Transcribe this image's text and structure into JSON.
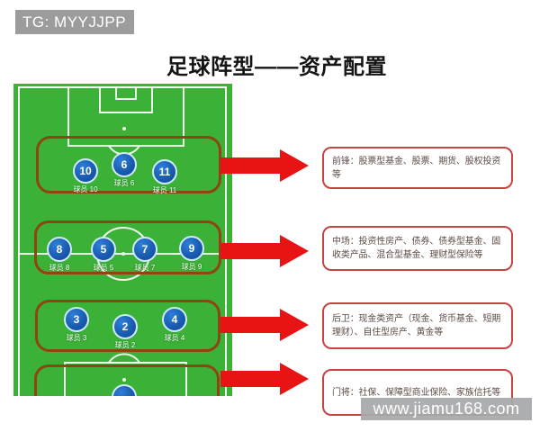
{
  "header": {
    "tg_badge": "TG: MYYJJPP",
    "title": "足球阵型——资产配置"
  },
  "pitch": {
    "forwards": {
      "players": [
        {
          "number": "10",
          "label": "球员 10"
        },
        {
          "number": "6",
          "label": "球员 6"
        },
        {
          "number": "11",
          "label": "球员 11"
        }
      ]
    },
    "midfield": {
      "players": [
        {
          "number": "8",
          "label": "球员 8"
        },
        {
          "number": "5",
          "label": "球员 5"
        },
        {
          "number": "7",
          "label": "球员 7"
        },
        {
          "number": "9",
          "label": "球员 9"
        }
      ]
    },
    "defenders": {
      "players": [
        {
          "number": "3",
          "label": "球员 3"
        },
        {
          "number": "2",
          "label": "球员 2"
        },
        {
          "number": "4",
          "label": "球员 4"
        }
      ]
    },
    "goalkeeper": {
      "players": [
        {
          "number": "",
          "label": ""
        }
      ]
    }
  },
  "annotations": [
    {
      "text": "前锋：股票型基金、股票、期货、股权投资等"
    },
    {
      "text": "中场：投资性房产、债券、债券型基金、固收类产品、混合型基金、理财型保险等"
    },
    {
      "text": "后卫：现金类资产（现金、货币基金、短期理财）、自住型房产、黄金等"
    },
    {
      "text": "门将：社保、保障型商业保险、家族信托等"
    }
  ],
  "watermark": {
    "text": "www.jiamu168.com"
  },
  "colors": {
    "pitch_green": "#3cb138",
    "highlight_brown": "#8e4512",
    "arrow_red": "#e81414",
    "note_border_red": "#c64540",
    "note_text": "#5c4b44",
    "player_blue": "#1a5cb2",
    "badge_gray": "#9c9c9c",
    "watermark_gray": "#a7a8aa"
  }
}
